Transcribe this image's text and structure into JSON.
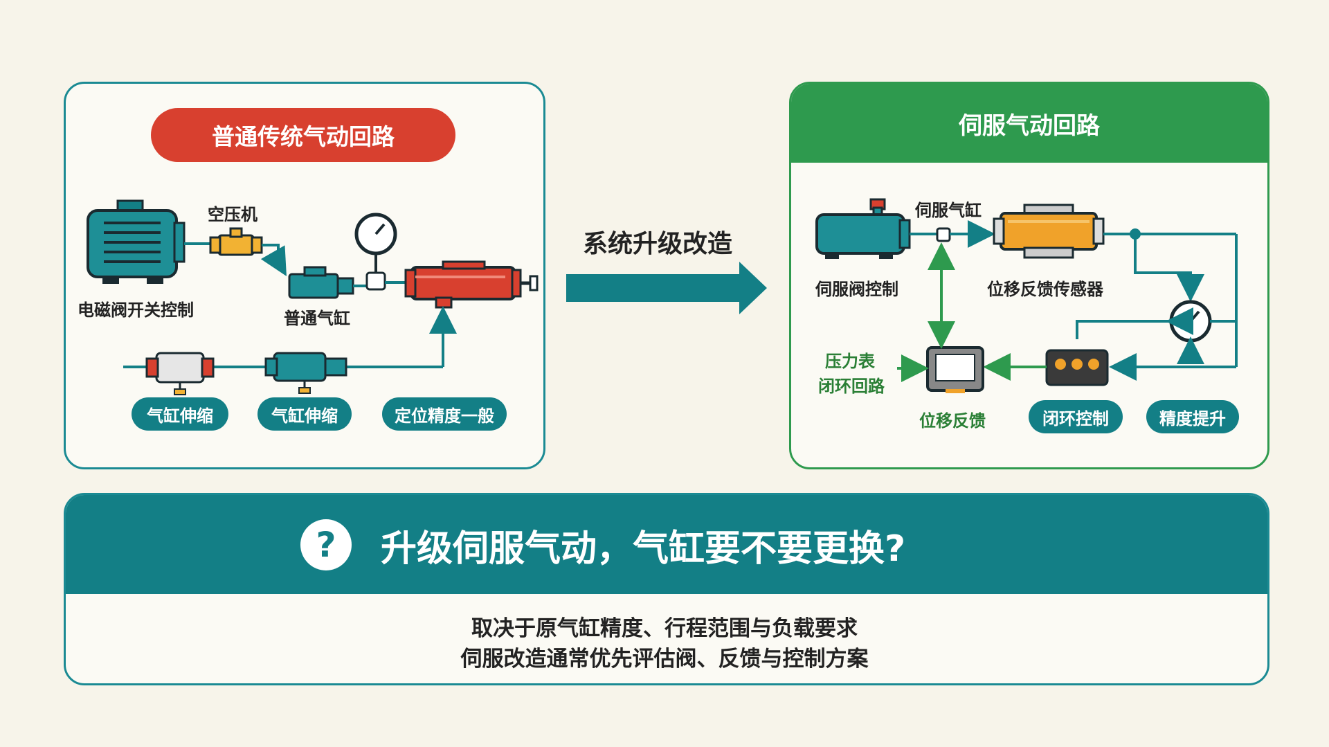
{
  "left": {
    "title": "普通传统气动回路",
    "labels": {
      "compressor": "空压机",
      "solenoid": "电磁阀开关控制",
      "cylinder": "普通气缸"
    },
    "pills": [
      "气缸伸缩",
      "气缸伸缩",
      "定位精度一般"
    ]
  },
  "middle": {
    "label": "系统升级改造"
  },
  "right": {
    "title": "伺服气动回路",
    "labels": {
      "servo_cylinder": "伺服气缸",
      "servo_valve": "伺服阀控制",
      "sensor": "位移反馈传感器",
      "pressure_line1": "压力表",
      "pressure_line2": "闭环回路",
      "displacement": "位移反馈"
    },
    "pills": [
      "闭环控制",
      "精度提升"
    ]
  },
  "bottom": {
    "question": "升级伺服气动，气缸要不要更换?",
    "icon_symbol": "?",
    "line1": "取决于原气缸精度、行程范围与负载要求",
    "line2": "伺服改造通常优先评估阀、反馈与控制方案"
  },
  "colors": {
    "teal": "#137f86",
    "green": "#2e9a4e",
    "red": "#d8402f",
    "bg": "#f7f4ea"
  }
}
